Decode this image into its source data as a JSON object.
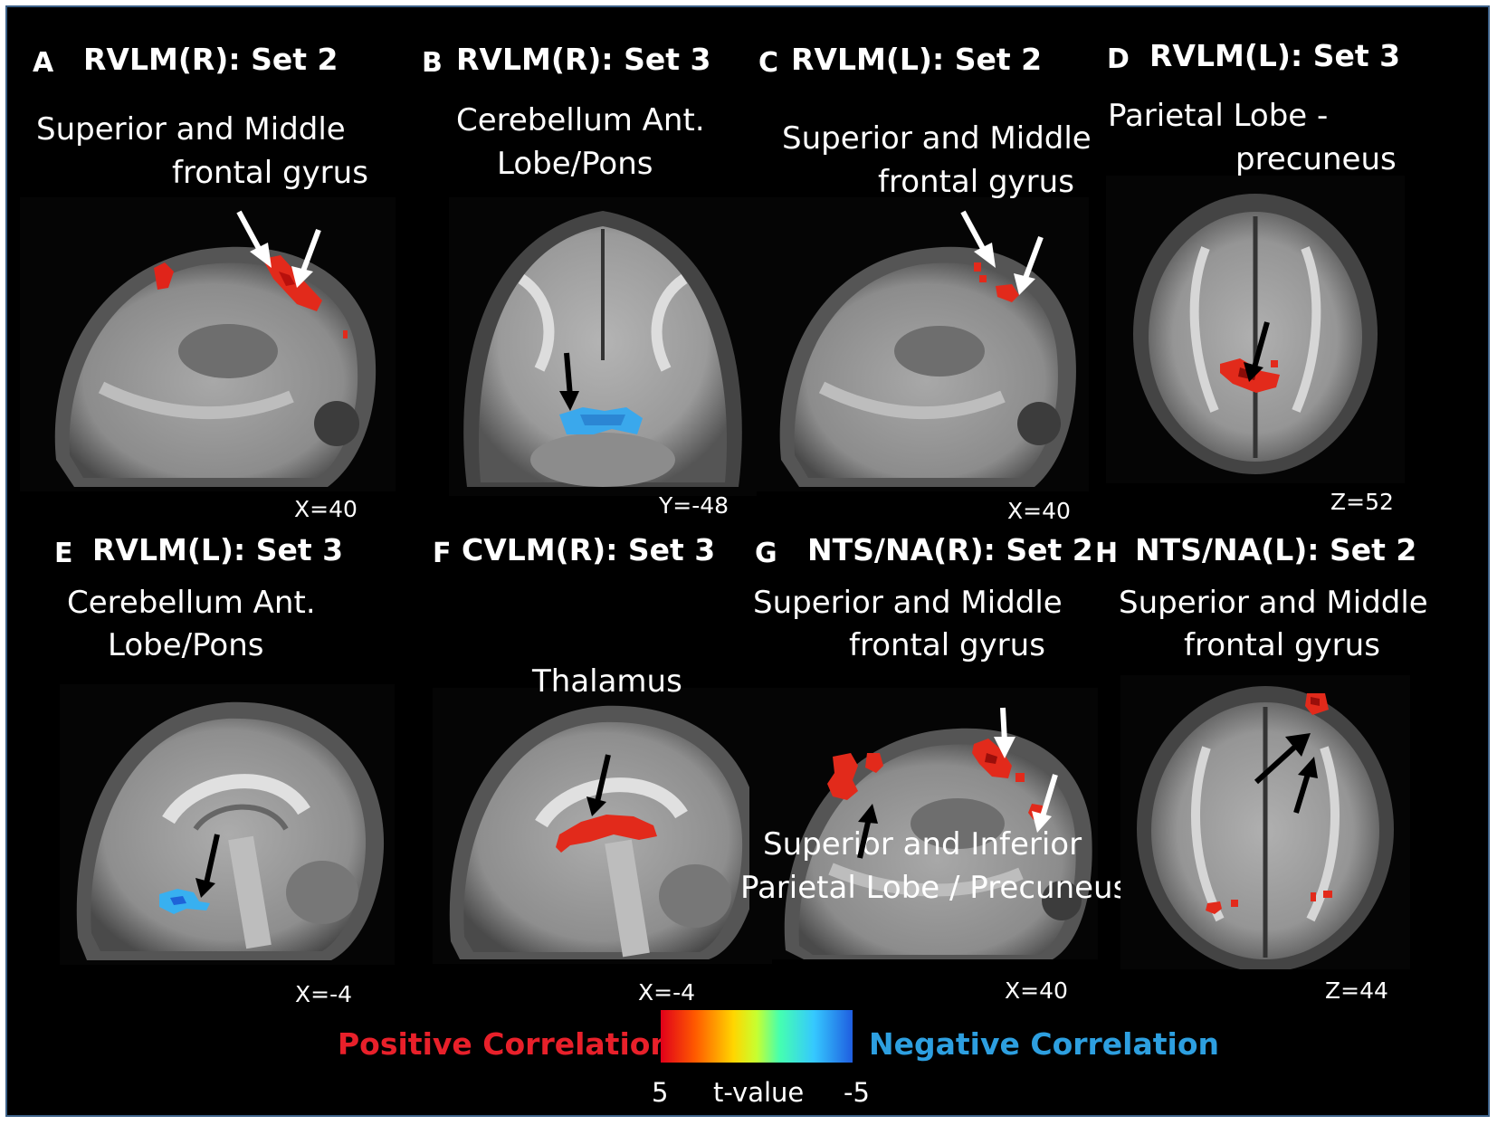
{
  "panels": [
    {
      "letter": "A",
      "title": "RVLM(R): Set 2",
      "region_lines": [
        "Superior and Middle",
        "frontal gyrus"
      ],
      "coordinate": "X=40",
      "view": "sagittal",
      "correlation": "positive"
    },
    {
      "letter": "B",
      "title": "RVLM(R): Set 3",
      "region_lines": [
        "Cerebellum Ant.",
        "Lobe/Pons"
      ],
      "coordinate": "Y=-48",
      "view": "coronal",
      "correlation": "negative"
    },
    {
      "letter": "C",
      "title": "RVLM(L): Set 2",
      "region_lines": [
        "Superior and Middle",
        "frontal gyrus"
      ],
      "coordinate": "X=40",
      "view": "sagittal",
      "correlation": "positive"
    },
    {
      "letter": "D",
      "title": "RVLM(L): Set 3",
      "region_lines": [
        "Parietal Lobe -",
        "precuneus"
      ],
      "coordinate": "Z=52",
      "view": "axial",
      "correlation": "positive"
    },
    {
      "letter": "E",
      "title": "RVLM(L): Set 3",
      "region_lines": [
        "Cerebellum Ant.",
        "Lobe/Pons"
      ],
      "coordinate": "X=-4",
      "view": "midsagittal",
      "correlation": "negative"
    },
    {
      "letter": "F",
      "title": "CVLM(R): Set 3",
      "region_lines": [
        "Thalamus"
      ],
      "coordinate": "X=-4",
      "view": "midsagittal",
      "correlation": "positive"
    },
    {
      "letter": "G",
      "title": "NTS/NA(R): Set 2",
      "region_lines": [
        "Superior and Middle",
        "frontal gyrus"
      ],
      "region2_lines": [
        "Superior and Inferior",
        "Parietal Lobe / Precuneus"
      ],
      "coordinate": "X=40",
      "view": "sagittal",
      "correlation": "positive"
    },
    {
      "letter": "H",
      "title": "NTS/NA(L): Set 2",
      "region_lines": [
        "Superior and Middle",
        "frontal gyrus"
      ],
      "coordinate": "Z=44",
      "view": "axial",
      "correlation": "positive"
    }
  ],
  "legend": {
    "positive_label": "Positive Correlation",
    "negative_label": "Negative Correlation",
    "scale_min": "5",
    "scale_label": "t-value",
    "scale_max": "-5",
    "positive_color": "#e8202a",
    "negative_color": "#2d9fe0"
  }
}
